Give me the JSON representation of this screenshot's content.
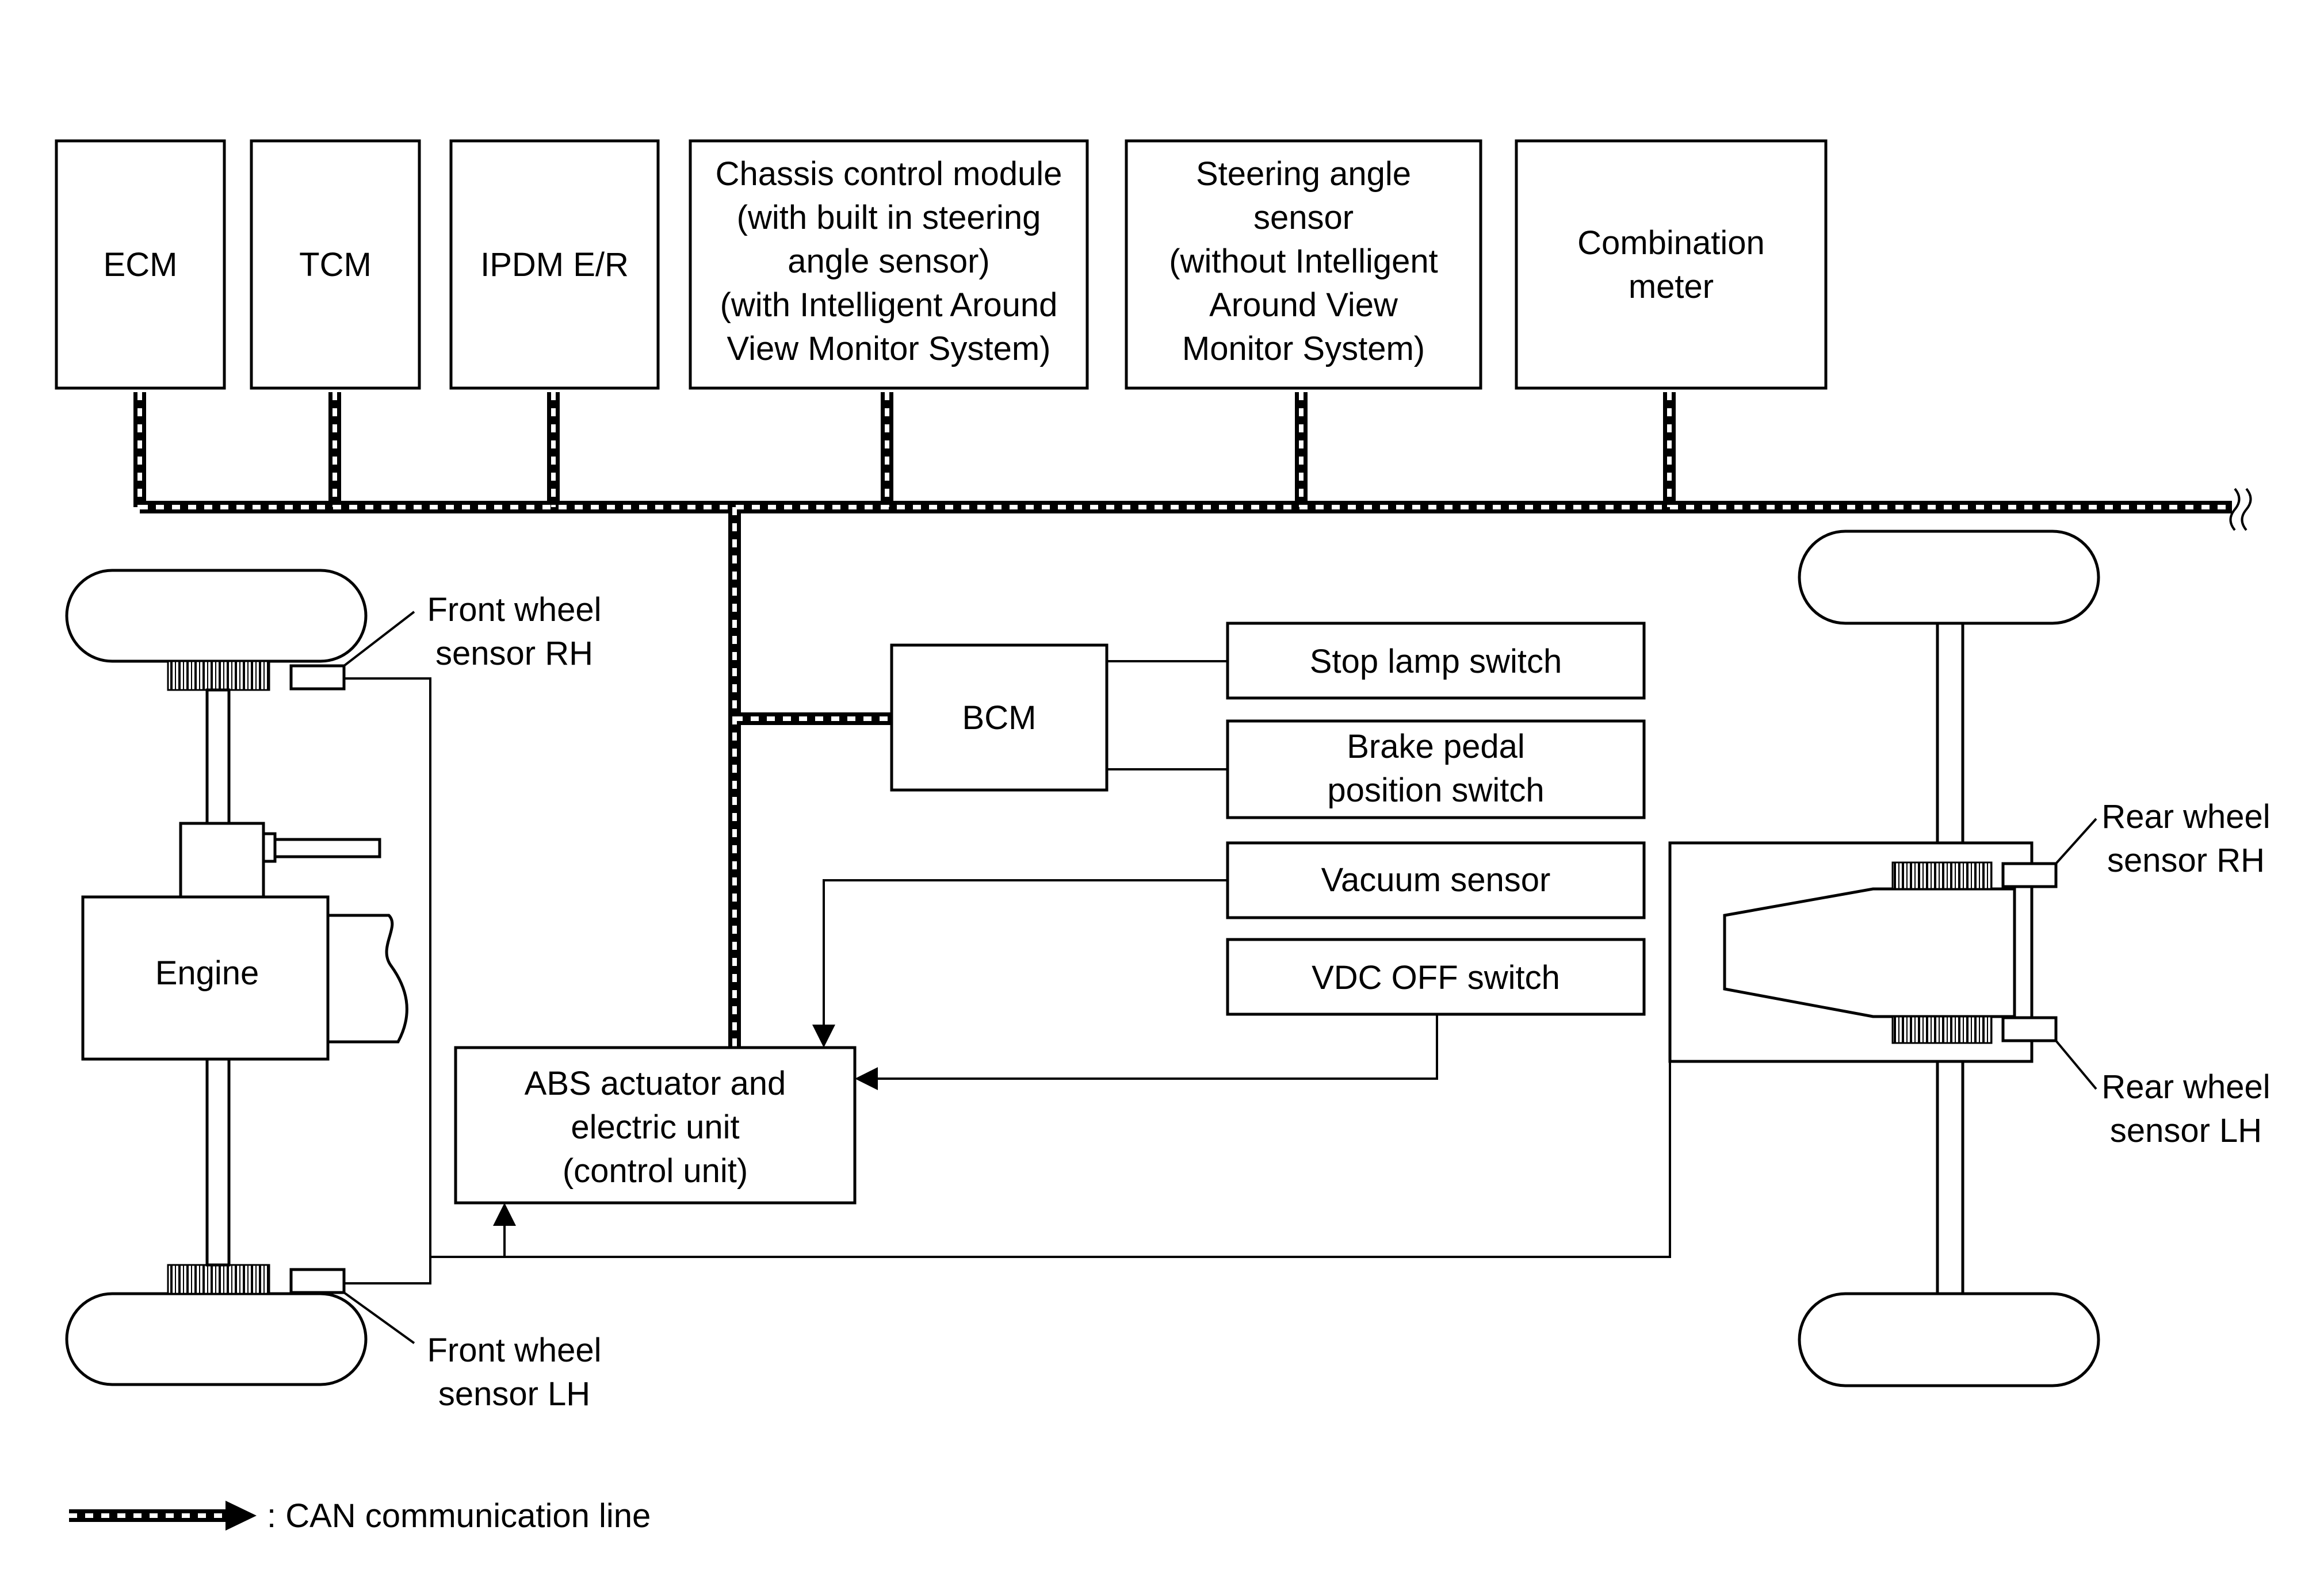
{
  "modules": {
    "ecm": [
      "ECM"
    ],
    "tcm": [
      "TCM"
    ],
    "ipdm": [
      "IPDM E/R"
    ],
    "chassis": [
      "Chassis control module",
      "(with built in steering",
      "angle sensor)",
      "(with Intelligent Around",
      "View Monitor System)"
    ],
    "steering": [
      "Steering angle",
      "sensor",
      "(without Intelligent",
      "Around View",
      "Monitor System)"
    ],
    "combination": [
      "Combination",
      "meter"
    ],
    "bcm": [
      "BCM"
    ],
    "stop_lamp": [
      "Stop lamp switch"
    ],
    "brake_pedal": [
      "Brake pedal",
      "position switch"
    ],
    "vacuum": [
      "Vacuum sensor"
    ],
    "vdc_off": [
      "VDC OFF switch"
    ],
    "abs": [
      "ABS actuator and",
      "electric unit",
      "(control unit)"
    ],
    "engine": [
      "Engine"
    ]
  },
  "sensors": {
    "front_rh": [
      "Front wheel",
      "sensor RH"
    ],
    "front_lh": [
      "Front wheel",
      "sensor LH"
    ],
    "rear_rh": [
      "Rear wheel",
      "sensor RH"
    ],
    "rear_lh": [
      "Rear wheel",
      "sensor LH"
    ]
  },
  "legend": {
    "text": ": CAN communication line"
  }
}
